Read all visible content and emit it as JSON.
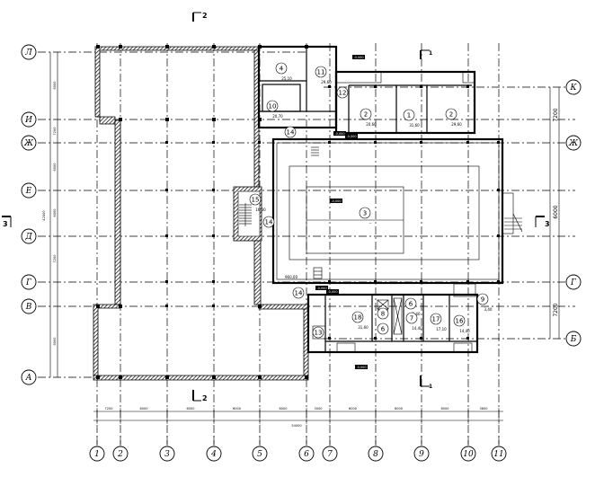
{
  "axes_vertical": [
    "1",
    "2",
    "3",
    "4",
    "5",
    "6",
    "7",
    "8",
    "9",
    "10",
    "11"
  ],
  "axes_left": [
    "Л",
    "И",
    "Ж",
    "Е",
    "Д",
    "Г",
    "В",
    "А"
  ],
  "axes_right": [
    "К",
    "Ж",
    "Г",
    "Б"
  ],
  "cuts": {
    "top": "2",
    "bottom": "2",
    "left": "3",
    "right": "3",
    "upper_small": "1",
    "lower_small": "1"
  },
  "rooms": [
    {
      "n": "4",
      "area": "25,10"
    },
    {
      "n": "11",
      "area": "29,60"
    },
    {
      "n": "12",
      "area": ""
    },
    {
      "n": "10",
      "area": "20,70"
    },
    {
      "n": "2",
      "area": "20,60"
    },
    {
      "n": "1",
      "area": "31,60"
    },
    {
      "n": "2",
      "area": "29,60"
    },
    {
      "n": "14",
      "area": ""
    },
    {
      "n": "15",
      "area": "16,30"
    },
    {
      "n": "14",
      "area": ""
    },
    {
      "n": "3",
      "area": "--"
    },
    {
      "n": "14",
      "area": ""
    },
    {
      "n": "18",
      "area": "31,60"
    },
    {
      "n": "8",
      "area": ""
    },
    {
      "n": "6",
      "area": ""
    },
    {
      "n": "6",
      "area": "3,40"
    },
    {
      "n": "7",
      "area": "14,40"
    },
    {
      "n": "17",
      "area": "17,10"
    },
    {
      "n": "16",
      "area": "14,40"
    },
    {
      "n": "9",
      "area": "3,40"
    },
    {
      "n": "13",
      "area": ""
    }
  ],
  "extra_labels": {
    "hall_area": "960,00"
  },
  "dims_bottom": [
    "7200",
    "6000",
    "6000",
    "6000",
    "6000",
    "3000",
    "6000",
    "6000",
    "6000",
    "3600"
  ],
  "dim_total": "54000",
  "dims_left": [
    "6000",
    "7200",
    "6000",
    "6000",
    "7200",
    "6000"
  ],
  "dim_left_total": "42000",
  "dims_right": [
    "7200",
    "6000",
    "7200"
  ],
  "level_marks": [
    "-0,000",
    "-0,000",
    "-0,000",
    "-0,000",
    "-0,000",
    "-0,000",
    "-0,000"
  ]
}
